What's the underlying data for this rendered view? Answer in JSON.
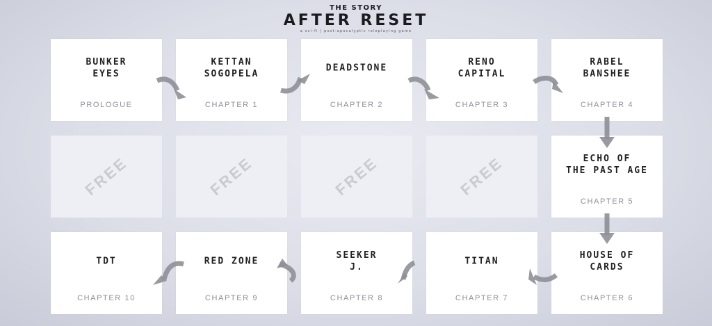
{
  "header": {
    "kicker": "THE STORY",
    "title": "AFTER RESET",
    "tagline": "a sci-fi | post-apocalyptic roleplaying game"
  },
  "free_label": "FREE",
  "row1": [
    {
      "name": "BUNKER\nEYES",
      "chapter": "PROLOGUE"
    },
    {
      "name": "KETTAN\nSOGOPELA",
      "chapter": "CHAPTER 1"
    },
    {
      "name": "DEADSTONE",
      "chapter": "CHAPTER 2"
    },
    {
      "name": "RENO\nCAPITAL",
      "chapter": "CHAPTER 3"
    },
    {
      "name": "RABEL\nBANSHEE",
      "chapter": "CHAPTER 4"
    }
  ],
  "row2_last": {
    "name": "ECHO OF\nTHE PAST AGE",
    "chapter": "CHAPTER 5"
  },
  "row3": [
    {
      "name": "TDT",
      "chapter": "CHAPTER 10"
    },
    {
      "name": "RED ZONE",
      "chapter": "CHAPTER 9"
    },
    {
      "name": "SEEKER\nJ.",
      "chapter": "CHAPTER 8"
    },
    {
      "name": "TITAN",
      "chapter": "CHAPTER 7"
    },
    {
      "name": "HOUSE OF\nCARDS",
      "chapter": "CHAPTER 6"
    }
  ],
  "colors": {
    "arrow": "#8e9097",
    "free_bg": "#eeeff4",
    "card_bg": "#ffffff"
  }
}
